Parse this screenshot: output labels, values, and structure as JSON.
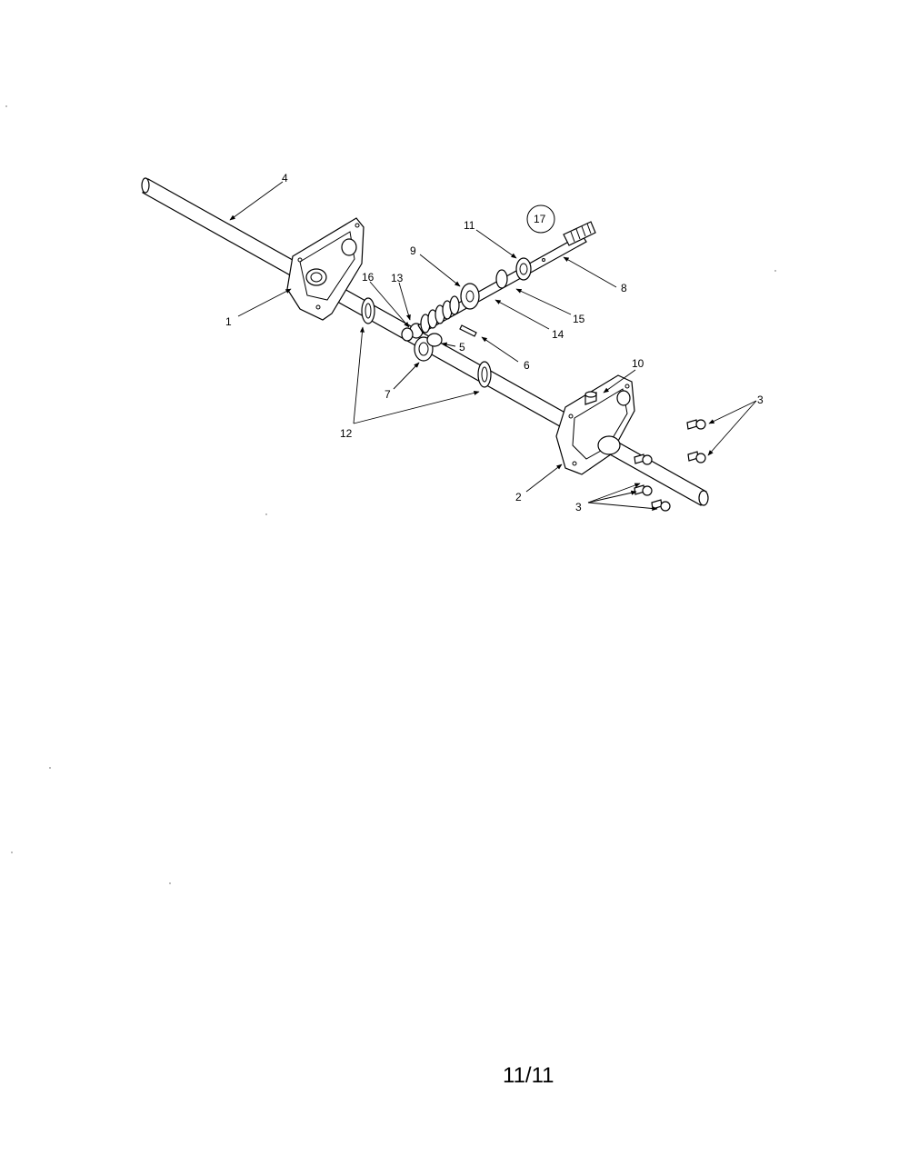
{
  "callouts": {
    "c1": "1",
    "c2": "2",
    "c3a": "3",
    "c3b": "3",
    "c4": "4",
    "c5": "5",
    "c6": "6",
    "c7": "7",
    "c8": "8",
    "c9": "9",
    "c10": "10",
    "c11": "11",
    "c12": "12",
    "c13": "13",
    "c14": "14",
    "c15": "15",
    "c16": "16",
    "c17": "17"
  },
  "page_number": "11/11"
}
